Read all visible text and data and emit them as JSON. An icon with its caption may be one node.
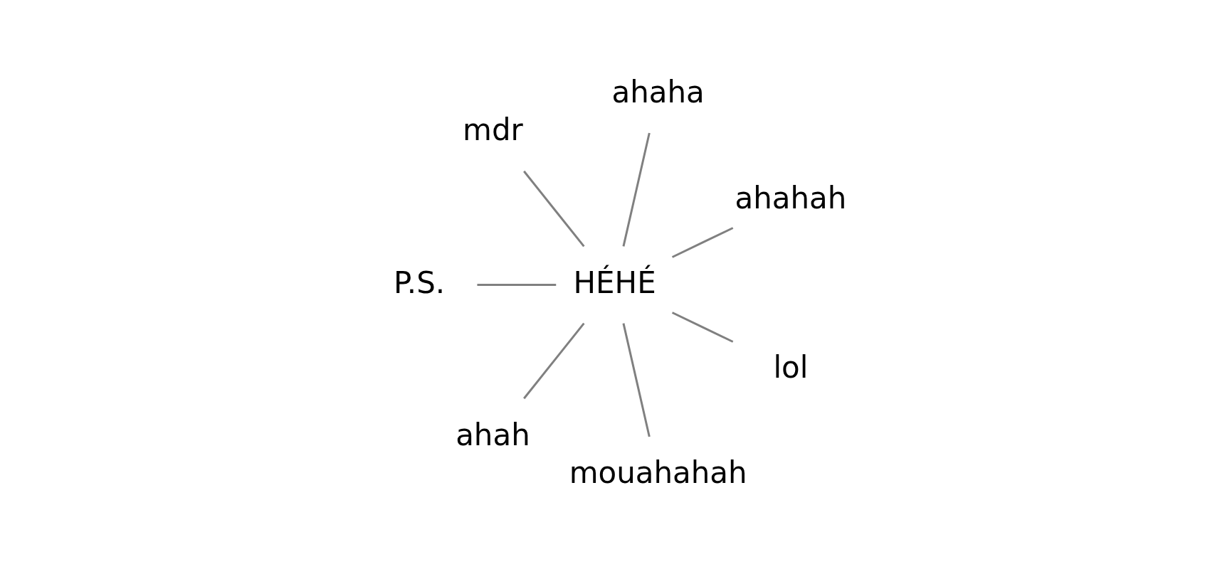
{
  "diagram": {
    "nodes": [
      {
        "text": [
          "mdr"
        ]
      },
      {
        "text": [
          "ahaha"
        ]
      },
      {
        "text": [
          "P.S."
        ]
      },
      {
        "text": [
          "HÉHÉ"
        ]
      },
      {
        "text": [
          "ahahah"
        ]
      },
      {
        "text": [
          "ahah"
        ]
      },
      {
        "text": [
          "lol"
        ]
      },
      {
        "text": [
          "mouahahah"
        ]
      }
    ],
    "edges": [
      {
        "from": 3,
        "to": 0,
        "arrow": "none"
      },
      {
        "from": 3,
        "to": 1,
        "arrow": "none"
      },
      {
        "from": 3,
        "to": 4,
        "arrow": "none"
      },
      {
        "from": 3,
        "to": 6,
        "arrow": "none"
      },
      {
        "from": 3,
        "to": 7,
        "arrow": "none"
      },
      {
        "from": 3,
        "to": 5,
        "arrow": "none"
      },
      {
        "from": 3,
        "to": 2,
        "arrow": "none"
      }
    ]
  }
}
